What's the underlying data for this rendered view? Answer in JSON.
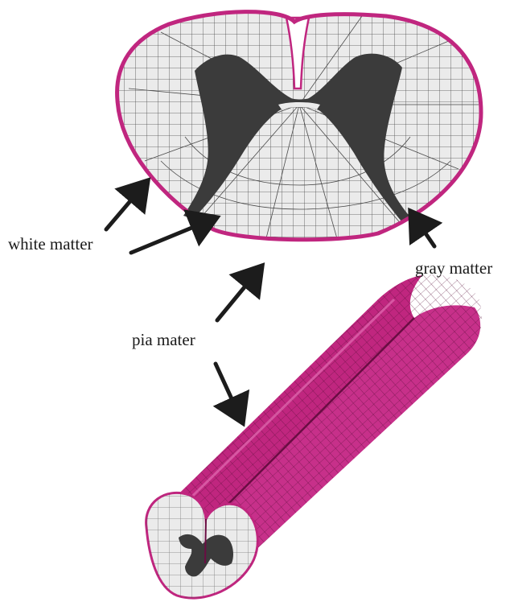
{
  "labels": {
    "white_matter": "white matter",
    "gray_matter": "gray matter",
    "pia_mater": "pia mater"
  },
  "colors": {
    "pia_mater": "#c0267f",
    "pia_mater_mesh": "#d63a95",
    "white_matter": "#ebebeb",
    "gray_matter": "#3b3b3b",
    "mesh_lines": "#555555",
    "arrows": "#1c1c1c"
  }
}
